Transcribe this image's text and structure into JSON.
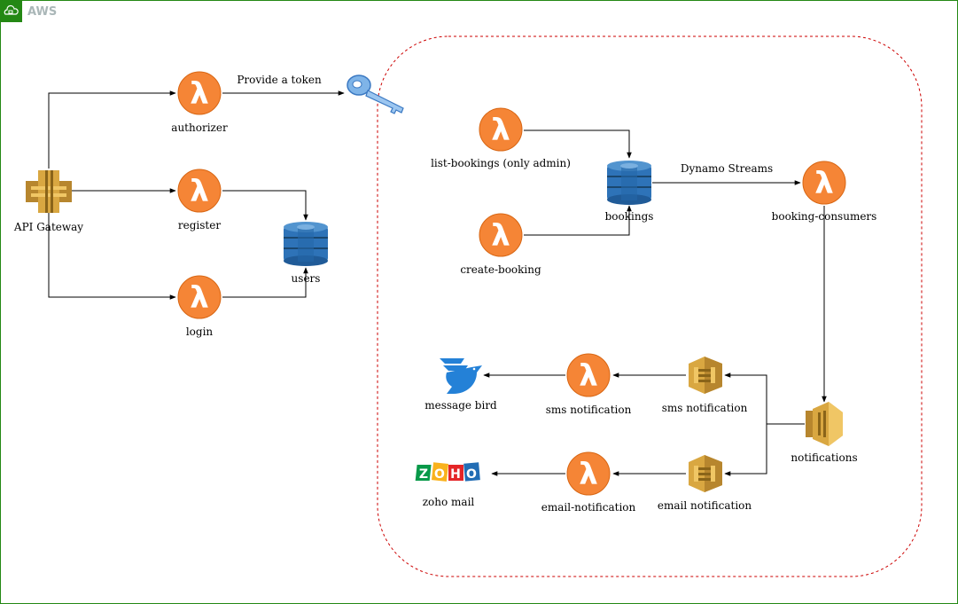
{
  "group": {
    "title": "AWS"
  },
  "nodes": {
    "api_gateway": "API Gateway",
    "authorizer": "authorizer",
    "register": "register",
    "login": "login",
    "users": "users",
    "list_bookings": "list-bookings (only admin)",
    "create_booking": "create-booking",
    "bookings": "bookings",
    "booking_consumers": "booking-consumers",
    "notifications": "notifications",
    "sms_queue": "sms notification",
    "email_queue": "email notification",
    "sms_lambda": "sms notification",
    "email_lambda": "email-notification",
    "message_bird": "message bird",
    "zoho_mail": "zoho mail"
  },
  "edges": {
    "provide_token": "Provide a token",
    "dynamo_streams": "Dynamo Streams"
  },
  "colors": {
    "group_border": "#248814",
    "dashed_region": "#cc0000",
    "lambda": "#f58536",
    "dynamo": "#2e73b8",
    "sqs": "#d9a741",
    "sns": "#d9a741"
  },
  "zoho_letters": [
    "Z",
    "O",
    "H",
    "O"
  ]
}
